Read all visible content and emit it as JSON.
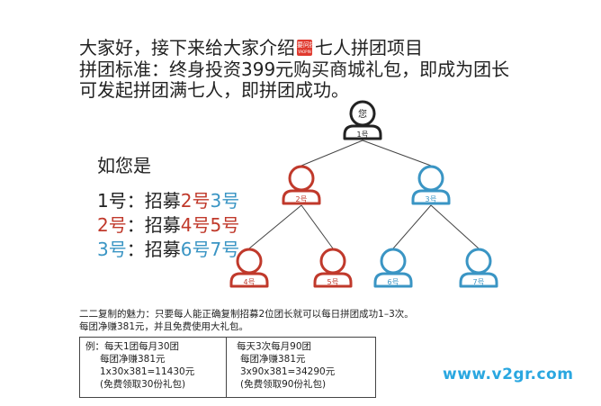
{
  "intro": {
    "line1_before": "大家好，接下来给大家介绍",
    "logo_top": "要问拼",
    "logo_bottom": "YAOPIN",
    "line1_after": "七人拼团项目",
    "line2": "拼团标准：终身投资399元购买商城礼包，即成为团长",
    "line3": "可发起拼团满七人，即拼团成功。"
  },
  "side": {
    "heading": "如您是",
    "rows": [
      {
        "who": "1号",
        "sep": "：招募",
        "a": "2号",
        "b": "3号"
      },
      {
        "who": "2号",
        "sep": "：招募",
        "a": "4号",
        "b": "5号"
      },
      {
        "who": "3号",
        "sep": "：招募",
        "a": "6号",
        "b": "7号"
      }
    ]
  },
  "tree": {
    "nodes": [
      {
        "face": "您",
        "label": "1号",
        "color": "#222222"
      },
      {
        "face": "",
        "label": "2号",
        "color": "#c0392b"
      },
      {
        "face": "",
        "label": "3号",
        "color": "#3a95c4"
      },
      {
        "face": "",
        "label": "4号",
        "color": "#c0392b"
      },
      {
        "face": "",
        "label": "5号",
        "color": "#c0392b"
      },
      {
        "face": "",
        "label": "6号",
        "color": "#3a95c4"
      },
      {
        "face": "",
        "label": "7号",
        "color": "#3a95c4"
      }
    ],
    "edges": [
      [
        0,
        1
      ],
      [
        0,
        2
      ],
      [
        1,
        3
      ],
      [
        1,
        4
      ],
      [
        2,
        5
      ],
      [
        2,
        6
      ]
    ]
  },
  "notes": {
    "line1": "二二复制的魅力：只要每人能正确复制招募2位团长就可以每日拼团成功1–3次。",
    "line2": "每团净赚381元，并且免费使用大礼包。"
  },
  "examples": {
    "left": [
      "例：每天1团每月30团",
      "每团净赚381元",
      "1x30x381=11430元",
      "(免费领取30份礼包)"
    ],
    "right": [
      "每天3次每月90团",
      "每团净赚381元",
      "3x90x381=34290元",
      "(免费领取90份礼包)"
    ]
  },
  "watermark": "www.v2gr.com"
}
